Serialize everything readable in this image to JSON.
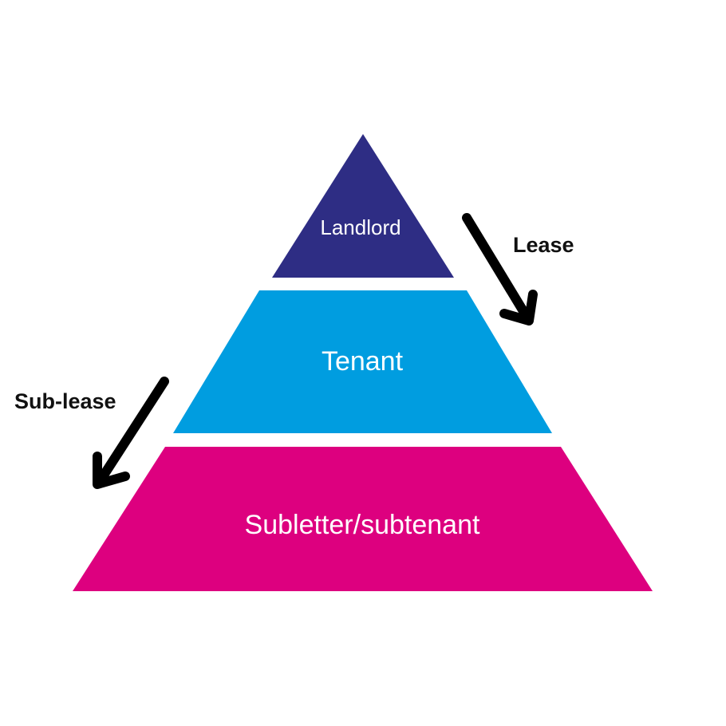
{
  "tiers": [
    {
      "label": "Landlord",
      "color": "#2e2d84"
    },
    {
      "label": "Tenant",
      "color": "#009de0"
    },
    {
      "label": "Subletter/subtenant",
      "color": "#dd007f"
    }
  ],
  "arrows": {
    "lease": {
      "label": "Lease",
      "color": "#000000"
    },
    "sub_lease": {
      "label": "Sub-lease",
      "color": "#000000"
    }
  }
}
